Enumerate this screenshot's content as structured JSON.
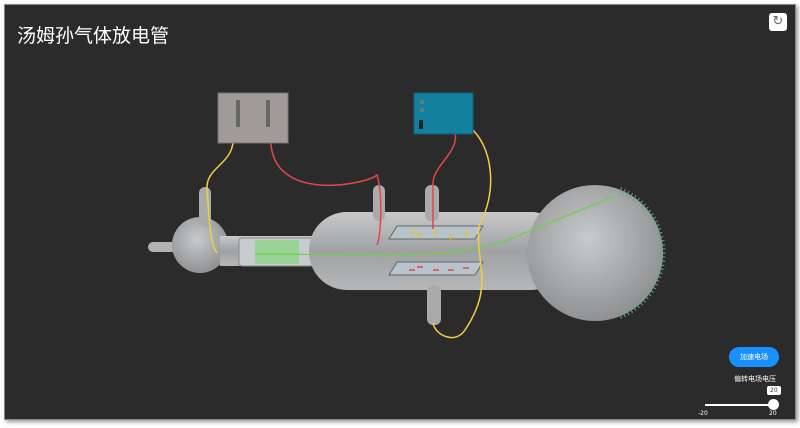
{
  "title": "汤姆孙气体放电管",
  "reset_icon": "refresh-icon",
  "controls": {
    "accel_button": "加速电场",
    "deflect_label": "偏转电场电压",
    "deflect_value": "20",
    "min": "-20",
    "max": "20",
    "value_fraction": 1.0
  },
  "plates": {
    "top_charge": "+",
    "bottom_charge": "−"
  },
  "colors": {
    "button": "#1890ff",
    "power_box": "#a09a98",
    "supply_box": "#13809e",
    "beam": "#6fd04a",
    "wire_red": "#e04848",
    "wire_yellow": "#f0d040"
  }
}
